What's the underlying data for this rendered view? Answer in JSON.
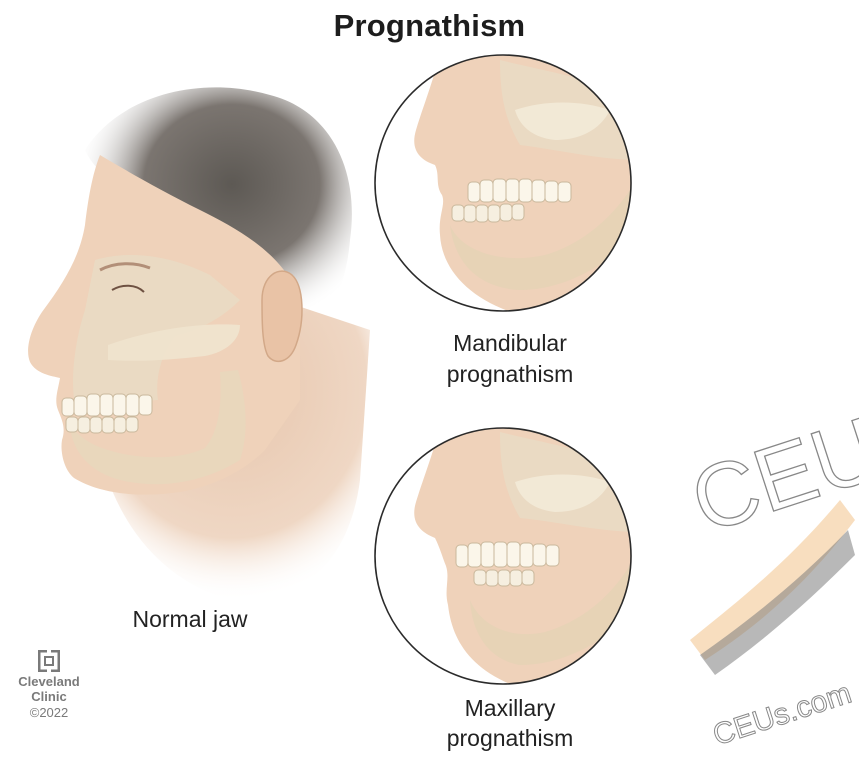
{
  "title": "Prognathism",
  "captions": {
    "normal": "Normal jaw",
    "mandibular_line1": "Mandibular",
    "mandibular_line2": "prognathism",
    "maxillary_line1": "Maxillary",
    "maxillary_line2": "prognathism"
  },
  "credit": {
    "line1": "Cleveland",
    "line2": "Clinic",
    "year": "©2022"
  },
  "watermark": {
    "large": "CEUs",
    "small": "CEUs.com"
  },
  "colors": {
    "skin": "#efd2ba",
    "skin_shadow": "#d9b79c",
    "bone": "#e9dcc4",
    "hair": "#6a6560",
    "teeth": "#fbf6ea",
    "circle_outline": "#2b2b2b",
    "watermark_orange": "#f3c38a",
    "watermark_gray": "#7d7d7d"
  },
  "icons": [
    "cleveland-clinic-logo-icon"
  ]
}
